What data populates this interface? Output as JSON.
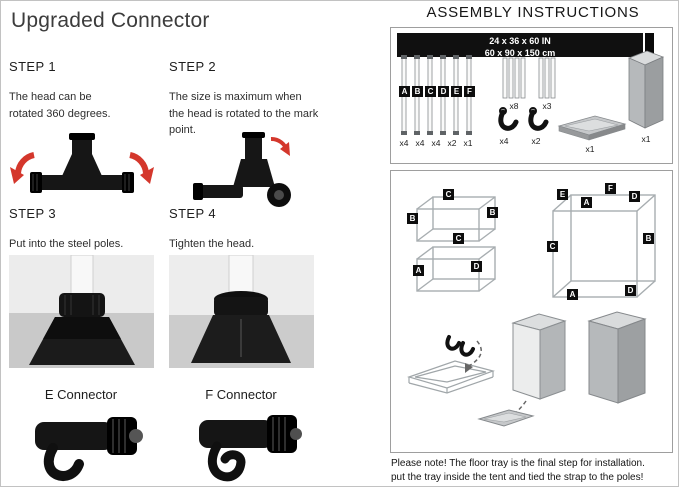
{
  "left": {
    "title": "Upgraded Connector",
    "steps": [
      {
        "label": "STEP 1",
        "text": "The head can be rotated 360 degrees."
      },
      {
        "label": "STEP 2",
        "text": "The size is maximum when the head is rotated to the mark point."
      },
      {
        "label": "STEP 3",
        "text": "Put into the steel poles."
      },
      {
        "label": "STEP 4",
        "text": "Tighten the head."
      }
    ],
    "connector_e_label": "E Connector",
    "connector_f_label": "F Connector"
  },
  "right": {
    "title": "ASSEMBLY INSTRUCTIONS",
    "banner": {
      "line1": "24 x 36 x 60 IN",
      "line2": "60 x 90 x 150 cm"
    },
    "parts": {
      "pole_labels": [
        "A",
        "B",
        "C",
        "D",
        "E",
        "F"
      ],
      "pole_quantities": [
        "x4",
        "x4",
        "x4",
        "x2",
        "x1"
      ],
      "bundle8_qty": "x8",
      "bundle3_qty": "x3",
      "hook4_qty": "x4",
      "hook2_qty": "x2",
      "tray_qty": "x1",
      "tent_qty": "x1"
    },
    "frame1_badges": [
      "C",
      "B",
      "A",
      "D",
      "C",
      "B"
    ],
    "frame2_badges": [
      "E",
      "A",
      "F",
      "D",
      "C",
      "B",
      "A",
      "D"
    ],
    "note_line1": "Please note! The floor tray is the final step for installation.",
    "note_line2": "put the tray inside the tent and tied the strap to the poles!"
  },
  "colors": {
    "accent_red": "#d4372c",
    "banner_bg": "#101010",
    "tent_gray": "#b6b9bb"
  }
}
